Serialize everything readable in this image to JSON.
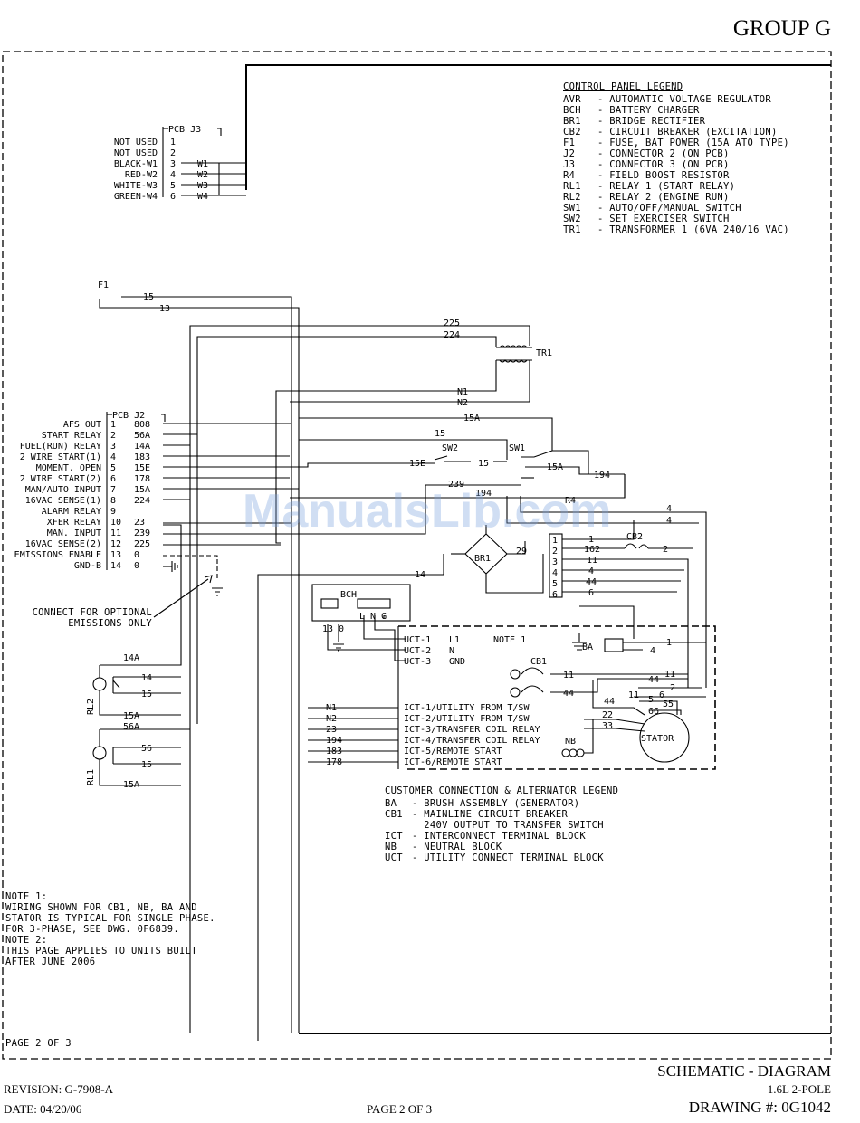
{
  "header": {
    "group": "GROUP G"
  },
  "control_legend": {
    "title": "CONTROL PANEL LEGEND",
    "items": [
      {
        "code": "AVR",
        "desc": "AUTOMATIC VOLTAGE REGULATOR"
      },
      {
        "code": "BCH",
        "desc": "BATTERY CHARGER"
      },
      {
        "code": "BR1",
        "desc": "BRIDGE RECTIFIER"
      },
      {
        "code": "CB2",
        "desc": "CIRCUIT BREAKER (EXCITATION)"
      },
      {
        "code": "F1",
        "desc": "FUSE, BAT POWER (15A ATO TYPE)"
      },
      {
        "code": "J2",
        "desc": "CONNECTOR 2 (ON PCB)"
      },
      {
        "code": "J3",
        "desc": "CONNECTOR 3 (ON PCB)"
      },
      {
        "code": "R4",
        "desc": "FIELD BOOST RESISTOR"
      },
      {
        "code": "RL1",
        "desc": "RELAY 1 (START RELAY)"
      },
      {
        "code": "RL2",
        "desc": "RELAY 2 (ENGINE RUN)"
      },
      {
        "code": "SW1",
        "desc": "AUTO/OFF/MANUAL SWITCH"
      },
      {
        "code": "SW2",
        "desc": "SET EXERCISER SWITCH"
      },
      {
        "code": "TR1",
        "desc": "TRANSFORMER 1 (6VA 240/16 VAC)"
      }
    ]
  },
  "j3": {
    "title": "PCB J3",
    "pins": [
      {
        "label": "NOT USED",
        "num": "1",
        "wire": ""
      },
      {
        "label": "NOT USED",
        "num": "2",
        "wire": ""
      },
      {
        "label": "BLACK-W1",
        "num": "3",
        "wire": "W1"
      },
      {
        "label": "RED-W2",
        "num": "4",
        "wire": "W2"
      },
      {
        "label": "WHITE-W3",
        "num": "5",
        "wire": "W3"
      },
      {
        "label": "GREEN-W4",
        "num": "6",
        "wire": "W4"
      }
    ]
  },
  "j2": {
    "title": "PCB J2",
    "pins": [
      {
        "label": "AFS OUT",
        "num": "1",
        "wire": "808"
      },
      {
        "label": "START RELAY",
        "num": "2",
        "wire": "56A"
      },
      {
        "label": "FUEL(RUN) RELAY",
        "num": "3",
        "wire": "14A"
      },
      {
        "label": "2 WIRE START(1)",
        "num": "4",
        "wire": "183"
      },
      {
        "label": "MOMENT. OPEN",
        "num": "5",
        "wire": "15E"
      },
      {
        "label": "2 WIRE START(2)",
        "num": "6",
        "wire": "178"
      },
      {
        "label": "MAN/AUTO INPUT",
        "num": "7",
        "wire": "15A"
      },
      {
        "label": "16VAC SENSE(1)",
        "num": "8",
        "wire": "224"
      },
      {
        "label": "ALARM RELAY",
        "num": "9",
        "wire": ""
      },
      {
        "label": "XFER RELAY",
        "num": "10",
        "wire": "23"
      },
      {
        "label": "MAN. INPUT",
        "num": "11",
        "wire": "239"
      },
      {
        "label": "16VAC SENSE(2)",
        "num": "12",
        "wire": "225"
      },
      {
        "label": "EMISSIONS ENABLE",
        "num": "13",
        "wire": "0"
      },
      {
        "label": "GND-B",
        "num": "14",
        "wire": "0"
      }
    ]
  },
  "components": {
    "f1": "F1",
    "tr1": "TR1",
    "sw1": "SW1",
    "sw2": "SW2",
    "br1": "BR1",
    "r4": "R4",
    "cb2": "CB2",
    "bch": "BCH",
    "bch_pins": "L N G",
    "bch_13_0": "13 0",
    "ba": "BA",
    "cb1": "CB1",
    "nb": "NB",
    "stator": "STATOR",
    "rl1": "RL1",
    "rl2": "RL2"
  },
  "wires": {
    "w15": "15",
    "w13": "13",
    "w225": "225",
    "w224": "224",
    "n1": "N1",
    "n2": "N2",
    "w15a": "15A",
    "w15b": "15",
    "w15e": "15E",
    "w15c": "15",
    "w15a2": "15A",
    "w194": "194",
    "w239": "239",
    "w194b": "194",
    "w29": "29",
    "w14": "14",
    "w4a": "4",
    "w4b": "4",
    "w1": "1",
    "w162": "162",
    "w2": "2",
    "w11": "11",
    "w4c": "4",
    "w44": "44",
    "w6": "6",
    "ba4": "4",
    "ba1": "1",
    "cb1_11": "11",
    "cb1_44": "44",
    "s44": "44",
    "s11": "11",
    "s11b": "11",
    "s2": "2",
    "s6": "6",
    "s5": "5",
    "s55": "55",
    "s66": "66",
    "s44b": "44",
    "s22": "22",
    "s33": "33",
    "rl2_14a": "14A",
    "rl2_14": "14",
    "rl2_15": "15",
    "rl2_15a": "15A",
    "rl1_56a": "56A",
    "rl1_56": "56",
    "rl1_15": "15",
    "rl1_15a": "15A"
  },
  "r4_pins": [
    "1",
    "2",
    "3",
    "4",
    "5",
    "6"
  ],
  "uct": [
    {
      "label": "UCT-1",
      "sig": "L1"
    },
    {
      "label": "UCT-2",
      "sig": "N"
    },
    {
      "label": "UCT-3",
      "sig": "GND"
    }
  ],
  "ict": [
    {
      "wire": "N1",
      "label": "ICT-1/UTILITY FROM T/SW"
    },
    {
      "wire": "N2",
      "label": "ICT-2/UTILITY FROM T/SW"
    },
    {
      "wire": "23",
      "label": "ICT-3/TRANSFER COIL RELAY"
    },
    {
      "wire": "194",
      "label": "ICT-4/TRANSFER COIL RELAY"
    },
    {
      "wire": "183",
      "label": "ICT-5/REMOTE START"
    },
    {
      "wire": "178",
      "label": "ICT-6/REMOTE START"
    }
  ],
  "note1_box": "NOTE 1",
  "connect_note": [
    "CONNECT FOR OPTIONAL",
    "EMISSIONS ONLY"
  ],
  "customer_legend": {
    "title": "CUSTOMER CONNECTION & ALTERNATOR LEGEND",
    "items": [
      {
        "code": "BA",
        "desc": "BRUSH ASSEMBLY (GENERATOR)"
      },
      {
        "code": "CB1",
        "desc": "MAINLINE CIRCUIT BREAKER"
      },
      {
        "code": "",
        "desc": "240V OUTPUT TO TRANSFER SWITCH"
      },
      {
        "code": "ICT",
        "desc": "INTERCONNECT TERMINAL BLOCK"
      },
      {
        "code": "NB",
        "desc": "NEUTRAL BLOCK"
      },
      {
        "code": "UCT",
        "desc": "UTILITY CONNECT TERMINAL BLOCK"
      }
    ]
  },
  "notes": [
    "NOTE 1:",
    "WIRING SHOWN FOR CB1, NB, BA AND",
    "STATOR IS TYPICAL FOR SINGLE PHASE.",
    "FOR 3-PHASE, SEE DWG. 0F6839.",
    "NOTE 2:",
    "THIS PAGE APPLIES TO UNITS BUILT",
    "AFTER JUNE 2006"
  ],
  "page_inner": "PAGE 2 OF 3",
  "watermark": "ManualsLib.com",
  "footer": {
    "title": "SCHEMATIC - DIAGRAM",
    "model": "1.6L 2-POLE",
    "revision": "REVISION: G-7908-A",
    "date": "DATE: 04/20/06",
    "page": "PAGE 2 OF 3",
    "drawing": "DRAWING #: 0G1042"
  }
}
